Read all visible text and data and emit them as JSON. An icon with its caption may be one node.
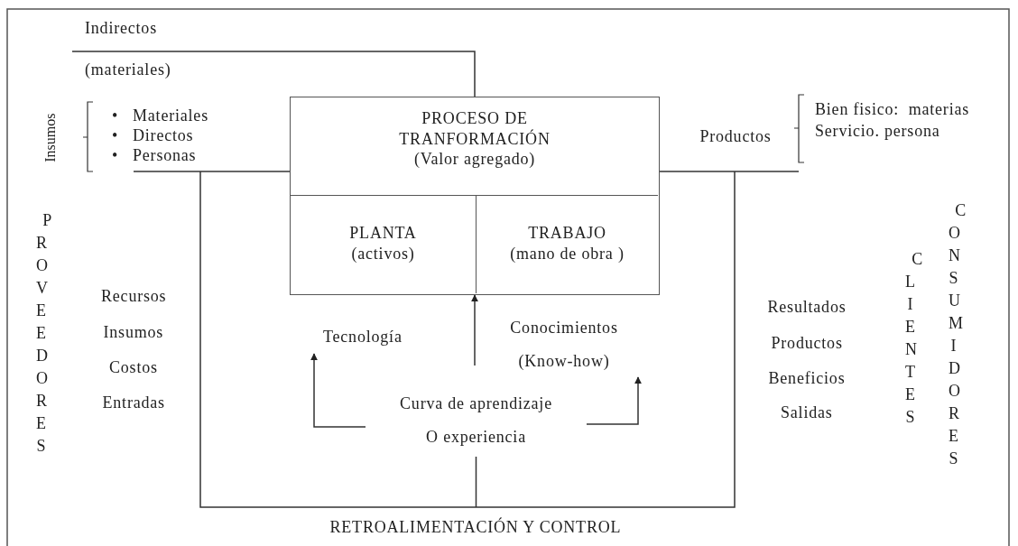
{
  "diagram": {
    "nodes": [
      {
        "text": [
          "PROCESO DE TRANFORMACIÓN",
          "(Valor agregado)"
        ]
      },
      {
        "text": [
          "PLANTA",
          "(activos)"
        ],
        "in": 0
      },
      {
        "text": [
          "TRABAJO",
          "(mano de obra )"
        ],
        "in": 0
      },
      {
        "text": [
          "Curva de aprendizaje",
          "O experiencia"
        ]
      },
      {
        "text": [
          "Tecnología"
        ]
      },
      {
        "text": [
          "Conocimientos",
          "(Know-how)"
        ]
      },
      {
        "text": [
          "Indirectos",
          "(materiales)"
        ]
      },
      {
        "text": [
          "•   Materiales",
          "•   Directos",
          "•   Personas"
        ]
      },
      {
        "text": [
          "Productos"
        ]
      }
    ],
    "edges": [
      {
        "from": 3,
        "to": 4,
        "arrow": "to"
      },
      {
        "from": 3,
        "to": 5,
        "arrow": "to"
      },
      {
        "from": null,
        "to": 0,
        "arrow": "to"
      },
      {
        "from": 6,
        "to": 0,
        "arrow": "none"
      },
      {
        "from": 7,
        "to": 0,
        "arrow": "none"
      },
      {
        "from": 0,
        "to": 8,
        "arrow": "none"
      },
      {
        "from": null,
        "to": 3,
        "arrow": "none"
      }
    ],
    "labels": [
      "Insumos",
      "Bien fisico:  materias",
      "Servicio. persona",
      "PROVEEDORES",
      "Recursos",
      "Insumos",
      "Costos",
      "Entradas",
      "Resultados",
      "Productos",
      "Beneficios",
      "Salidas",
      "CLIENTES",
      "CONSUMIDORES",
      "RETROALIMENTACIÓN Y CONTROL"
    ]
  }
}
